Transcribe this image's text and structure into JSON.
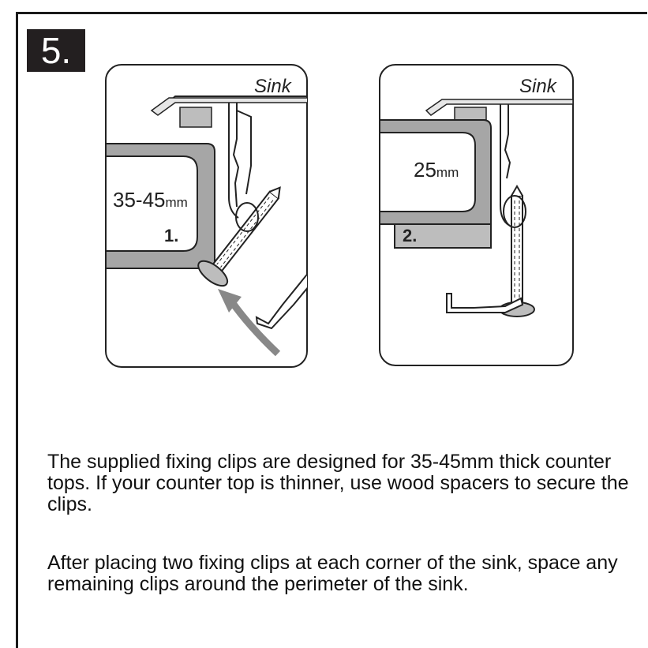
{
  "step": {
    "number": "5."
  },
  "figure1": {
    "sink_label": "Sink",
    "thickness_label": "35-45",
    "unit": "mm",
    "panel_number": "1."
  },
  "figure2": {
    "sink_label": "Sink",
    "thickness_label": "25",
    "unit": "mm",
    "panel_number": "2."
  },
  "instructions": {
    "para1": "The supplied fixing clips are designed for 35-45mm thick counter tops. If your counter top is thinner, use wood spacers to secure the clips.",
    "para2": "After placing two fixing clips at each corner of the sink, space any remaining clips around the perimeter of the sink."
  }
}
